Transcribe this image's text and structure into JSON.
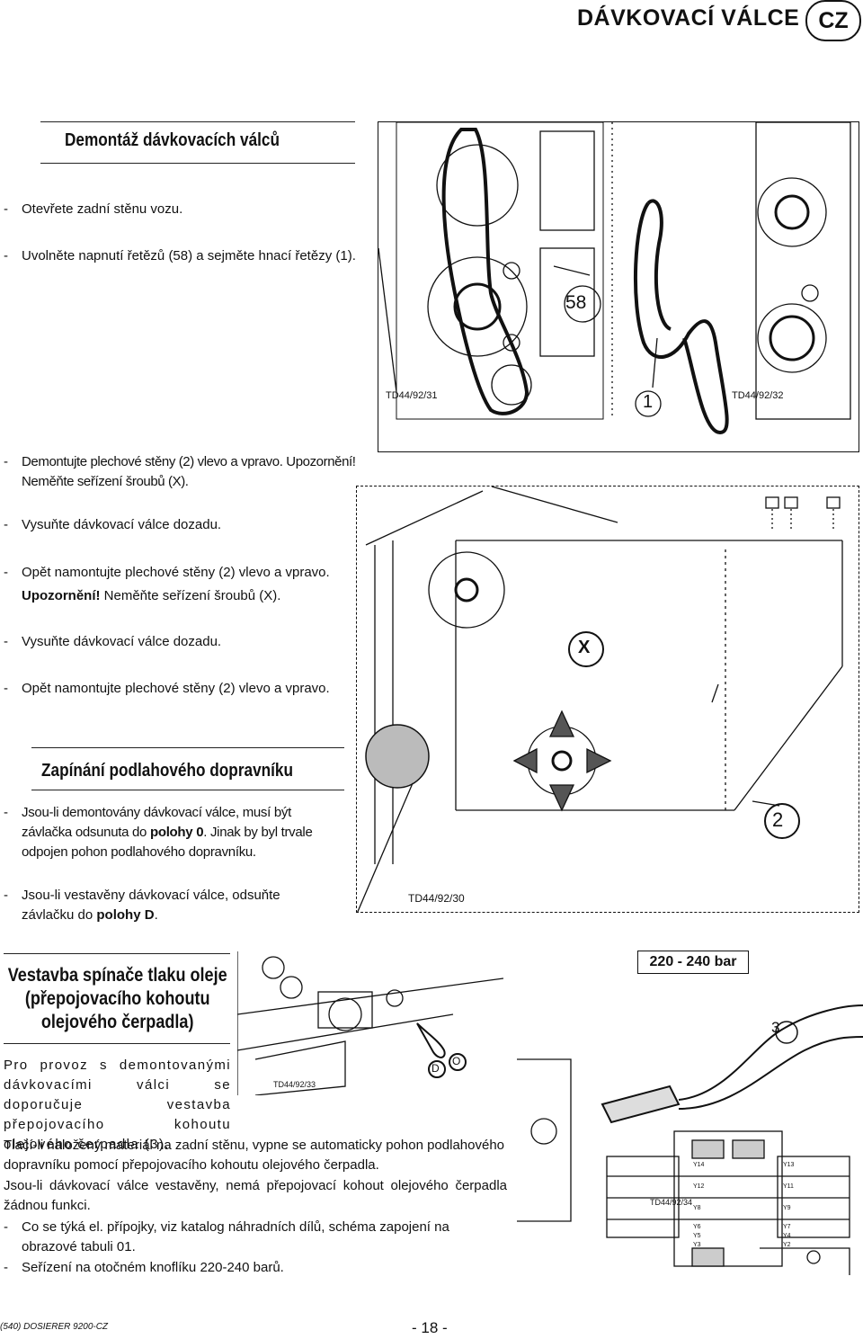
{
  "header": {
    "title": "DÁVKOVACÍ VÁLCE",
    "lang_badge": "CZ"
  },
  "section1": {
    "title": "Demontáž dávkovacích válců",
    "items": [
      "Otevřete zadní stěnu vozu.",
      "Uvolněte napnutí řetězů (58) a sejměte hnací řetězy (1).",
      "Demontujte plechové stěny (2) vlevo a vpravo. Upozornění! Neměňte seřízení šroubů (X).",
      "Vysuňte dávkovací válce dozadu.",
      "Opět namontujte plechové stěny (2) vlevo a vpravo.",
      "Upozornění!",
      "Neměňte seřízení šroubů (X).",
      "Vysuňte dávkovací válce dozadu.",
      "Opět namontujte plechové stěny (2) vlevo a vpravo."
    ]
  },
  "section2": {
    "title": "Zapínání podlahového dopravníku",
    "item1_a": "Jsou-li demontovány dávkovací válce, musí být závlačka odsunuta do ",
    "item1_bold": "polohy 0",
    "item1_b": ". Jinak by byl trvale odpojen pohon podlahového dopravníku.",
    "item2_a": "Jsou-li vestavěny dávkovací válce, odsuňte závlačku do ",
    "item2_bold": "polohy D",
    "item2_b": "."
  },
  "section3": {
    "title_line1": "Vestavba spínače tlaku oleje",
    "title_line2": "(přepojovacího kohoutu",
    "title_line3": "olejového čerpadla)",
    "para1": "Pro provoz s demontovanými dávkovacími válci se doporučuje vestavba přepojovacího kohoutu olejového čerpadla (3).",
    "para2": "Tlačí-li naložený materiál na zadní stěnu, vypne se automaticky pohon podlahového dopravníku pomocí přepojovacího kohoutu olejového čerpadla.",
    "para3": "Jsou-li dávkovací válce vestavěny, nemá přepojovací kohout olejového čerpadla žádnou funkci.",
    "item1": "Co se týká el. přípojky, viz katalog náhradních dílů, schéma zapojení na obrazové tabuli 01.",
    "item2": "Seřízení na otočném knoflíku 220-240 barů."
  },
  "figures": {
    "fig1_left_label": "TD44/92/31",
    "fig1_right_label": "TD44/92/32",
    "callout_58": "58",
    "callout_1": "1",
    "fig2_label": "TD44/92/30",
    "callout_x": "X",
    "callout_2": "2",
    "fig3_label": "TD44/92/33",
    "pos_d": "D",
    "pos_0": "O",
    "fig4_label": "TD44/92/34",
    "pressure": "220 - 240 bar",
    "callout_3": "3",
    "valve_labels": [
      "Y14",
      "Y13",
      "Y12",
      "Y11",
      "Y8",
      "Y9",
      "Y6",
      "Y7",
      "Y5",
      "Y4",
      "Y3",
      "Y2"
    ]
  },
  "footer": {
    "left": "(540) DOSIERER 9200-CZ",
    "page": "- 18 -"
  }
}
